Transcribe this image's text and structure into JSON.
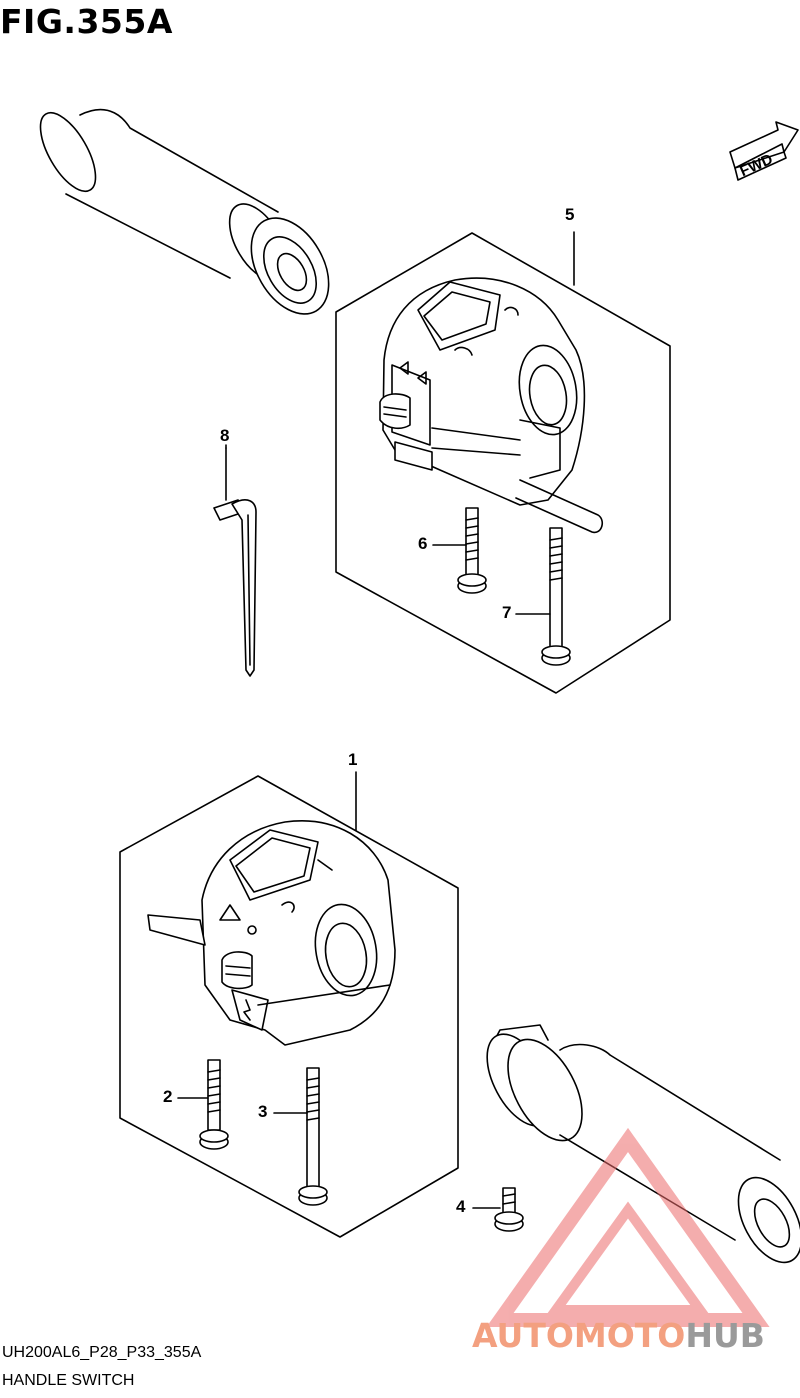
{
  "figure": {
    "title": "FIG.355A",
    "code": "UH200AL6_P28_P33_355A",
    "name": "HANDLE SWITCH"
  },
  "direction_badge": {
    "label": "FWD"
  },
  "callouts": [
    {
      "id": "1",
      "label": "1"
    },
    {
      "id": "2",
      "label": "2"
    },
    {
      "id": "3",
      "label": "3"
    },
    {
      "id": "4",
      "label": "4"
    },
    {
      "id": "5",
      "label": "5"
    },
    {
      "id": "6",
      "label": "6"
    },
    {
      "id": "7",
      "label": "7"
    },
    {
      "id": "8",
      "label": "8"
    }
  ],
  "watermark": {
    "part1": "AUTOMOTO",
    "part2": "HUB",
    "colors": {
      "part1": "#f3a080",
      "part2": "#9a9a9a",
      "triangle": "#ec6b6b"
    }
  }
}
